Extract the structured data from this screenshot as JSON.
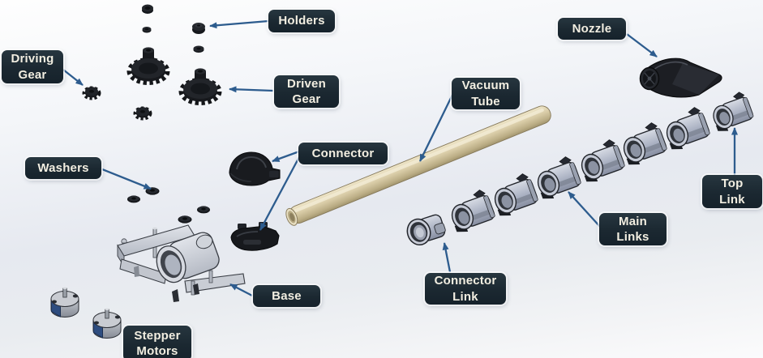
{
  "diagram_type": "exploded-assembly-diagram",
  "labels": {
    "holders": "Holders",
    "driving_gear": "Driving\nGear",
    "driven_gear": "Driven\nGear",
    "washers": "Washers",
    "connector": "Connector",
    "vacuum_tube": "Vacuum\nTube",
    "nozzle": "Nozzle",
    "top_link": "Top\nLink",
    "main_links": "Main\nLinks",
    "connector_link": "Connector\nLink",
    "base": "Base",
    "stepper_motors": "Stepper\nMotors"
  },
  "colors": {
    "label_background": "#1b2831",
    "label_text": "#f2eee1",
    "arrow": "#2d5c8e",
    "tube": "#d5c8a2",
    "links": "#b4bac9",
    "dark_parts": "#17191d",
    "base_part": "#c9cdd4",
    "motor_blue": "#2e4d80"
  }
}
